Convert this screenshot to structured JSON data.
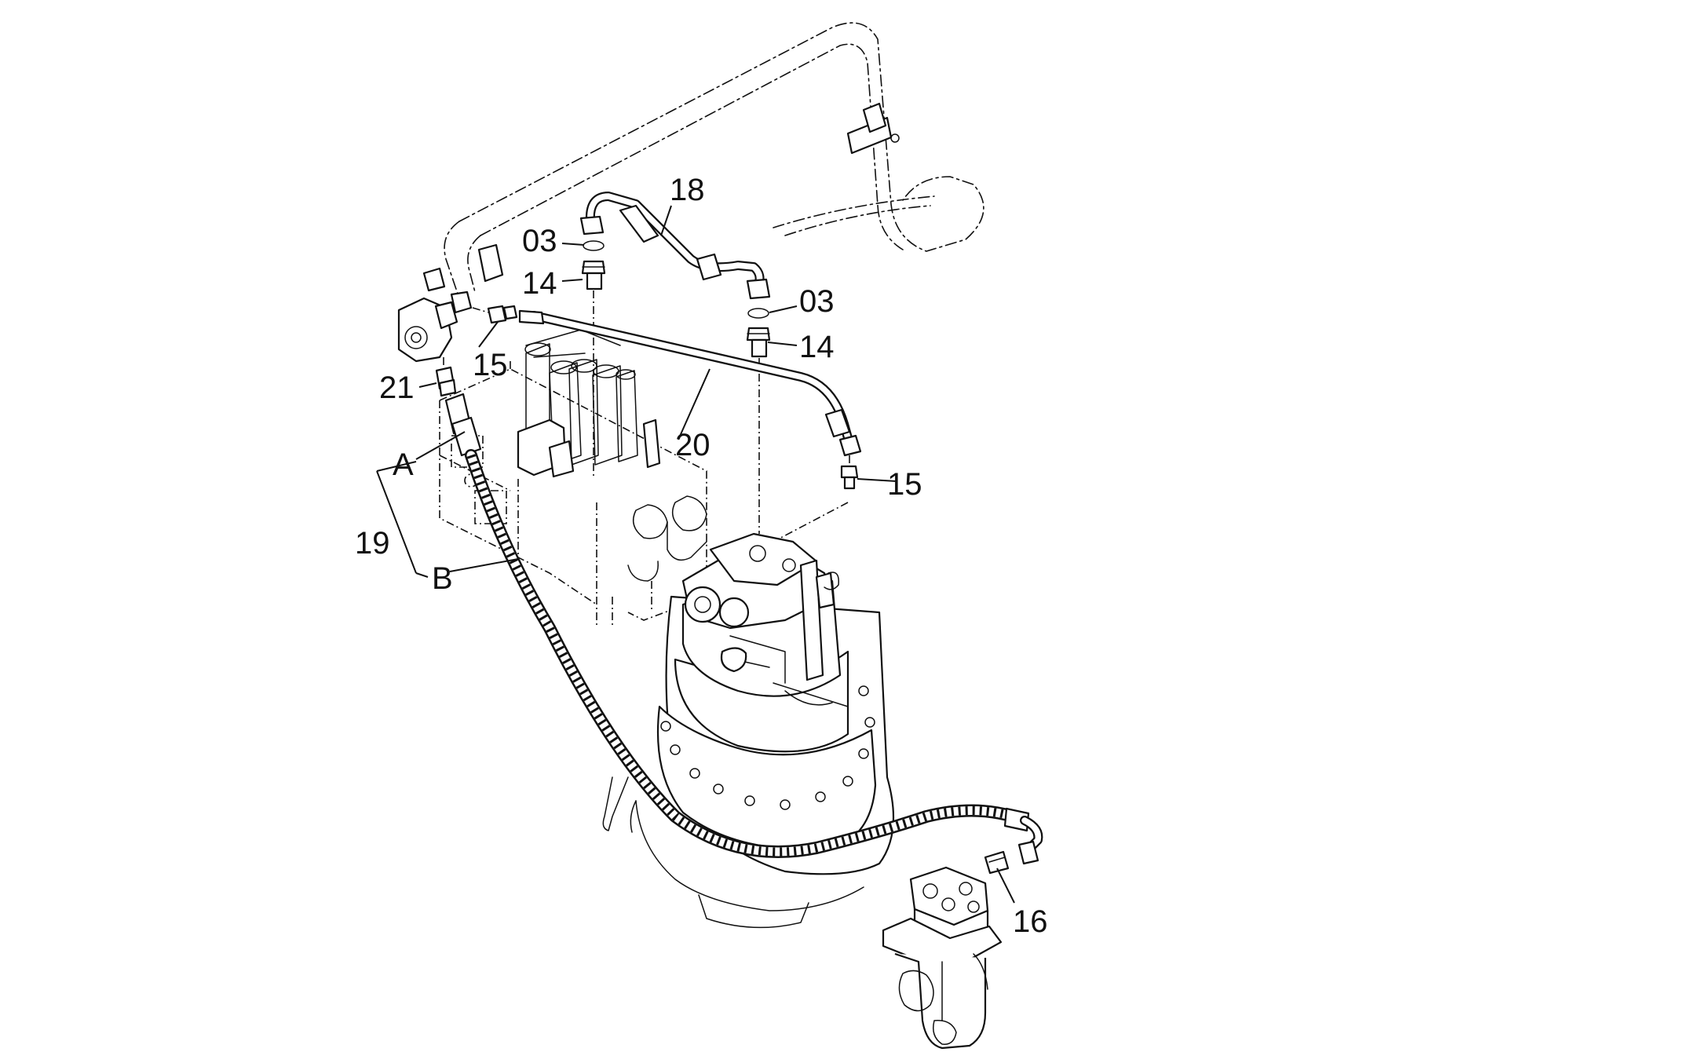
{
  "callouts": {
    "part_18": "18",
    "part_03_upper": "03",
    "part_14_upper": "14",
    "part_03_right": "03",
    "part_14_right": "14",
    "part_15_left": "15",
    "part_21": "21",
    "part_20": "20",
    "part_a": "A",
    "part_19": "19",
    "part_b": "B",
    "part_15_right": "15",
    "part_16": "16"
  }
}
